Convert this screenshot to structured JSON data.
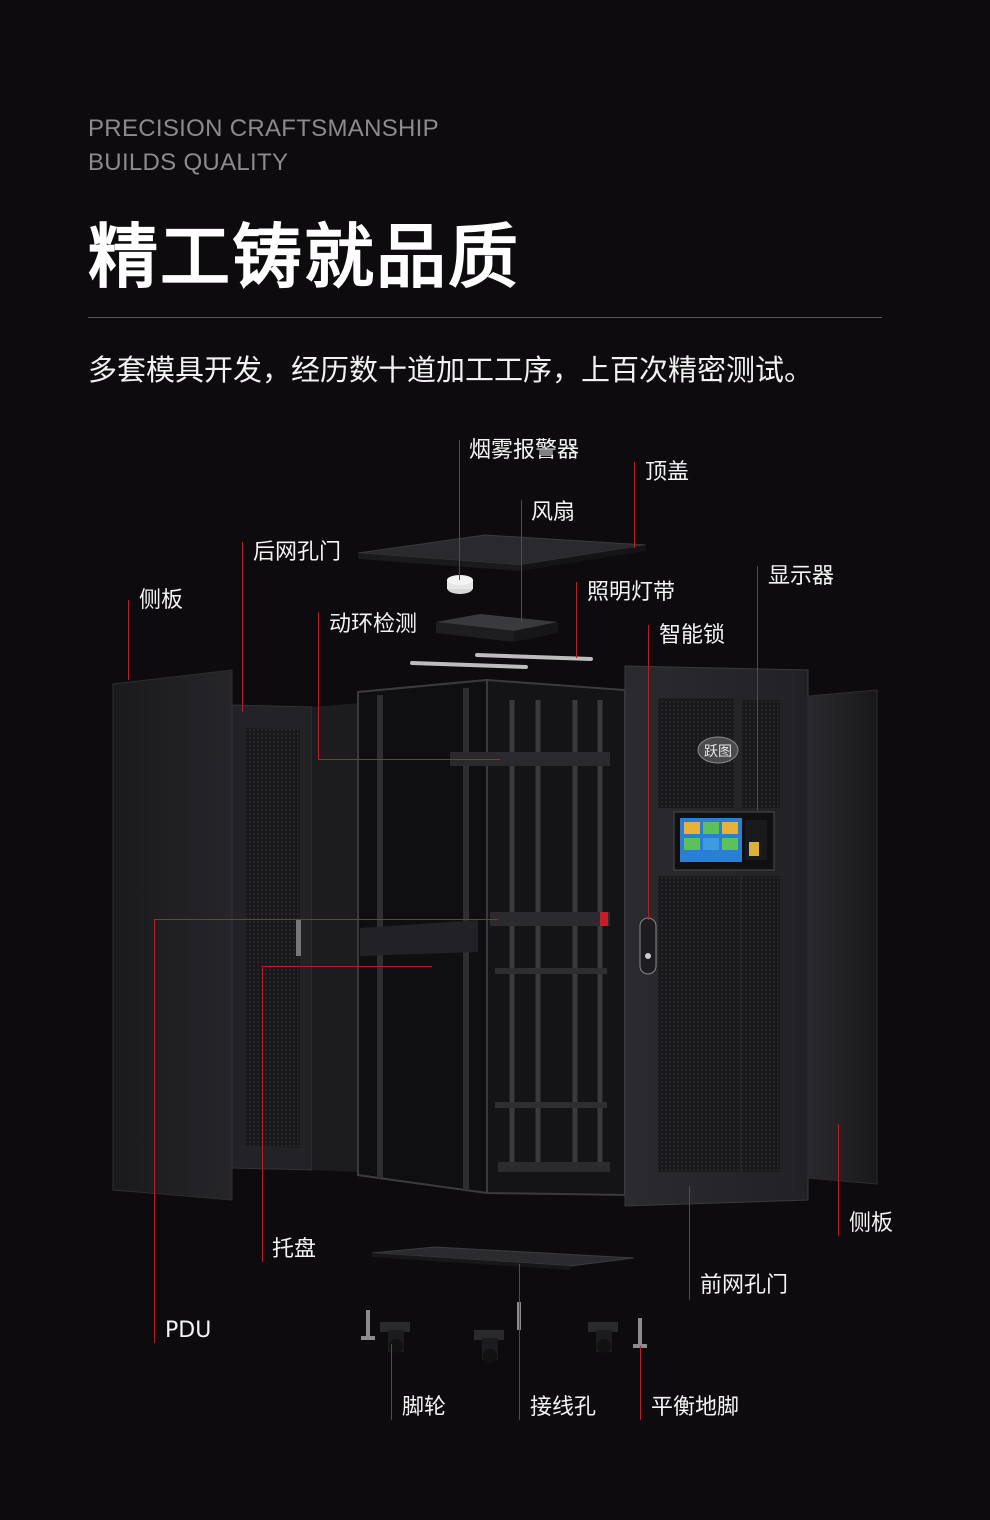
{
  "header": {
    "en_line1": "PRECISION CRAFTSMANSHIP",
    "en_line2": "BUILDS QUALITY",
    "title": "精工铸就品质",
    "subtitle": "多套模具开发，经历数十道加工工序，上百次精密测试。"
  },
  "device": {
    "logo_text": "跃图"
  },
  "callouts": {
    "smoke_alarm": "烟雾报警器",
    "top_cover": "顶盖",
    "fan": "风扇",
    "rear_door": "后网孔门",
    "side_panel_left": "侧板",
    "lighting_strip": "照明灯带",
    "display": "显示器",
    "env_monitor": "动环检测",
    "smart_lock": "智能锁",
    "tray": "托盘",
    "side_panel_right": "侧板",
    "front_door": "前网孔门",
    "pdu": "PDU",
    "caster": "脚轮",
    "cable_hole": "接线孔",
    "leveling_foot": "平衡地脚"
  },
  "colors": {
    "background": "#0e0b0f",
    "accent_line": "#b3202a",
    "subtitle_en": "#8c8a8f"
  }
}
